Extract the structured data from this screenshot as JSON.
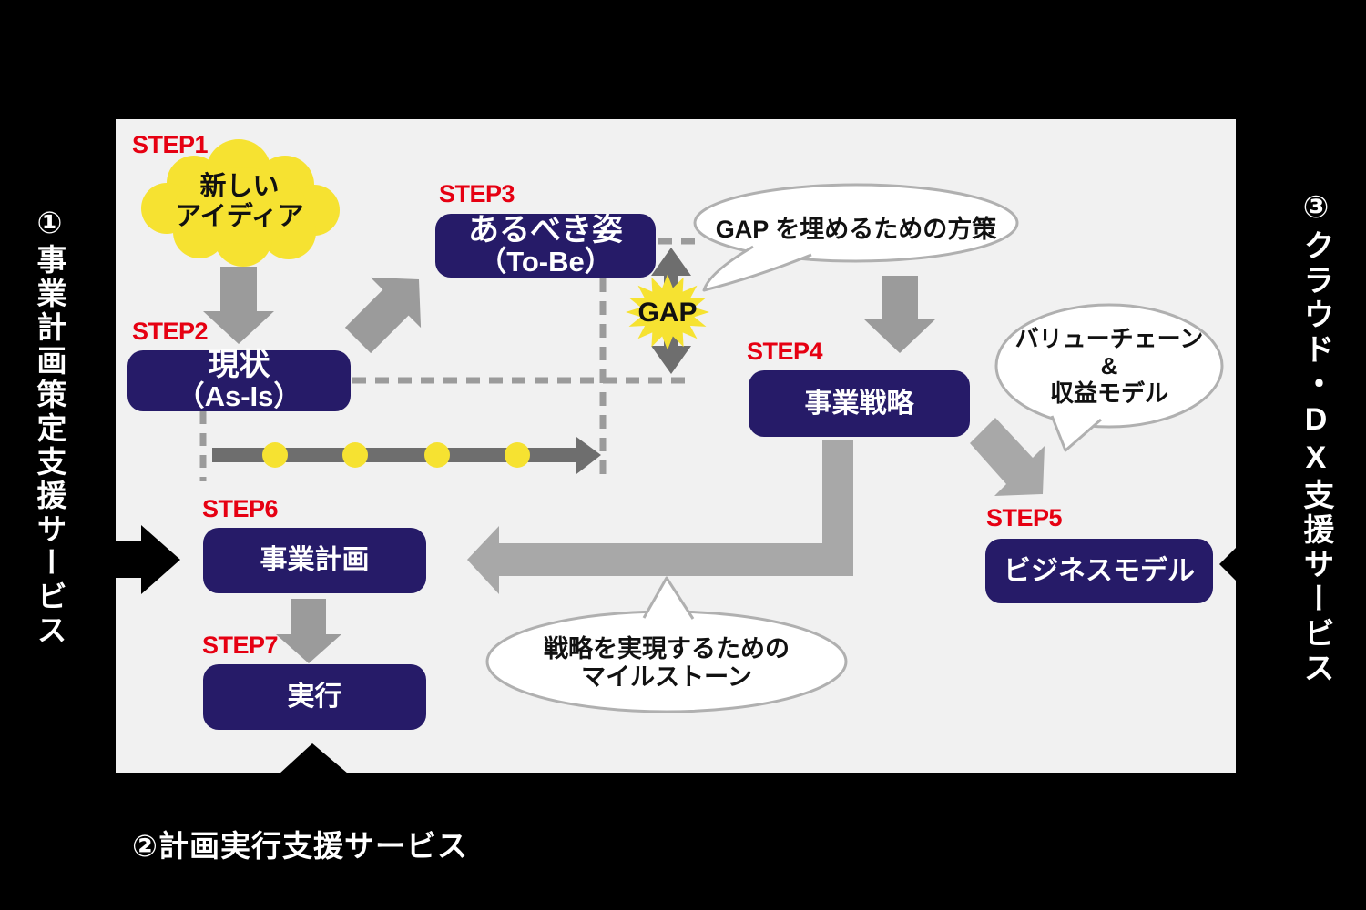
{
  "steps": {
    "step1": "STEP1",
    "step2": "STEP2",
    "step3": "STEP3",
    "step4": "STEP4",
    "step5": "STEP5",
    "step6": "STEP6",
    "step7": "STEP7"
  },
  "nodes": {
    "idea": {
      "line1": "新しい",
      "line2": "アイディア"
    },
    "asis": {
      "line1": "現状",
      "line2": "（As-Is）"
    },
    "tobe": {
      "line1": "あるべき姿",
      "line2": "（To-Be）"
    },
    "strategy": {
      "label": "事業戦略"
    },
    "businessModel": {
      "label": "ビジネスモデル"
    },
    "plan": {
      "label": "事業計画"
    },
    "execute": {
      "label": "実行"
    }
  },
  "gap": {
    "label": "GAP"
  },
  "bubbles": {
    "gapMeasure": {
      "text": "GAP を埋めるための方策"
    },
    "valueChain": {
      "line1": "バリューチェーン",
      "line2": "&",
      "line3": "収益モデル"
    },
    "milestone": {
      "line1": "戦略を実現するための",
      "line2": "マイルストーン"
    }
  },
  "services": {
    "left": "①事業計画策定支援サービス",
    "bottom": "②計画実行支援サービス",
    "right_pre": "③クラウド・",
    "right_dx": "DX",
    "right_post": "支援サービス"
  },
  "colors": {
    "box_navy": "#261b68",
    "step_red": "#e60012",
    "accent_yellow": "#f6e231",
    "panel_bg": "#f1f1f1",
    "arrow_gray": "#9b9b9b",
    "dark_gray": "#6e6e6e",
    "frame_black": "#000000"
  }
}
